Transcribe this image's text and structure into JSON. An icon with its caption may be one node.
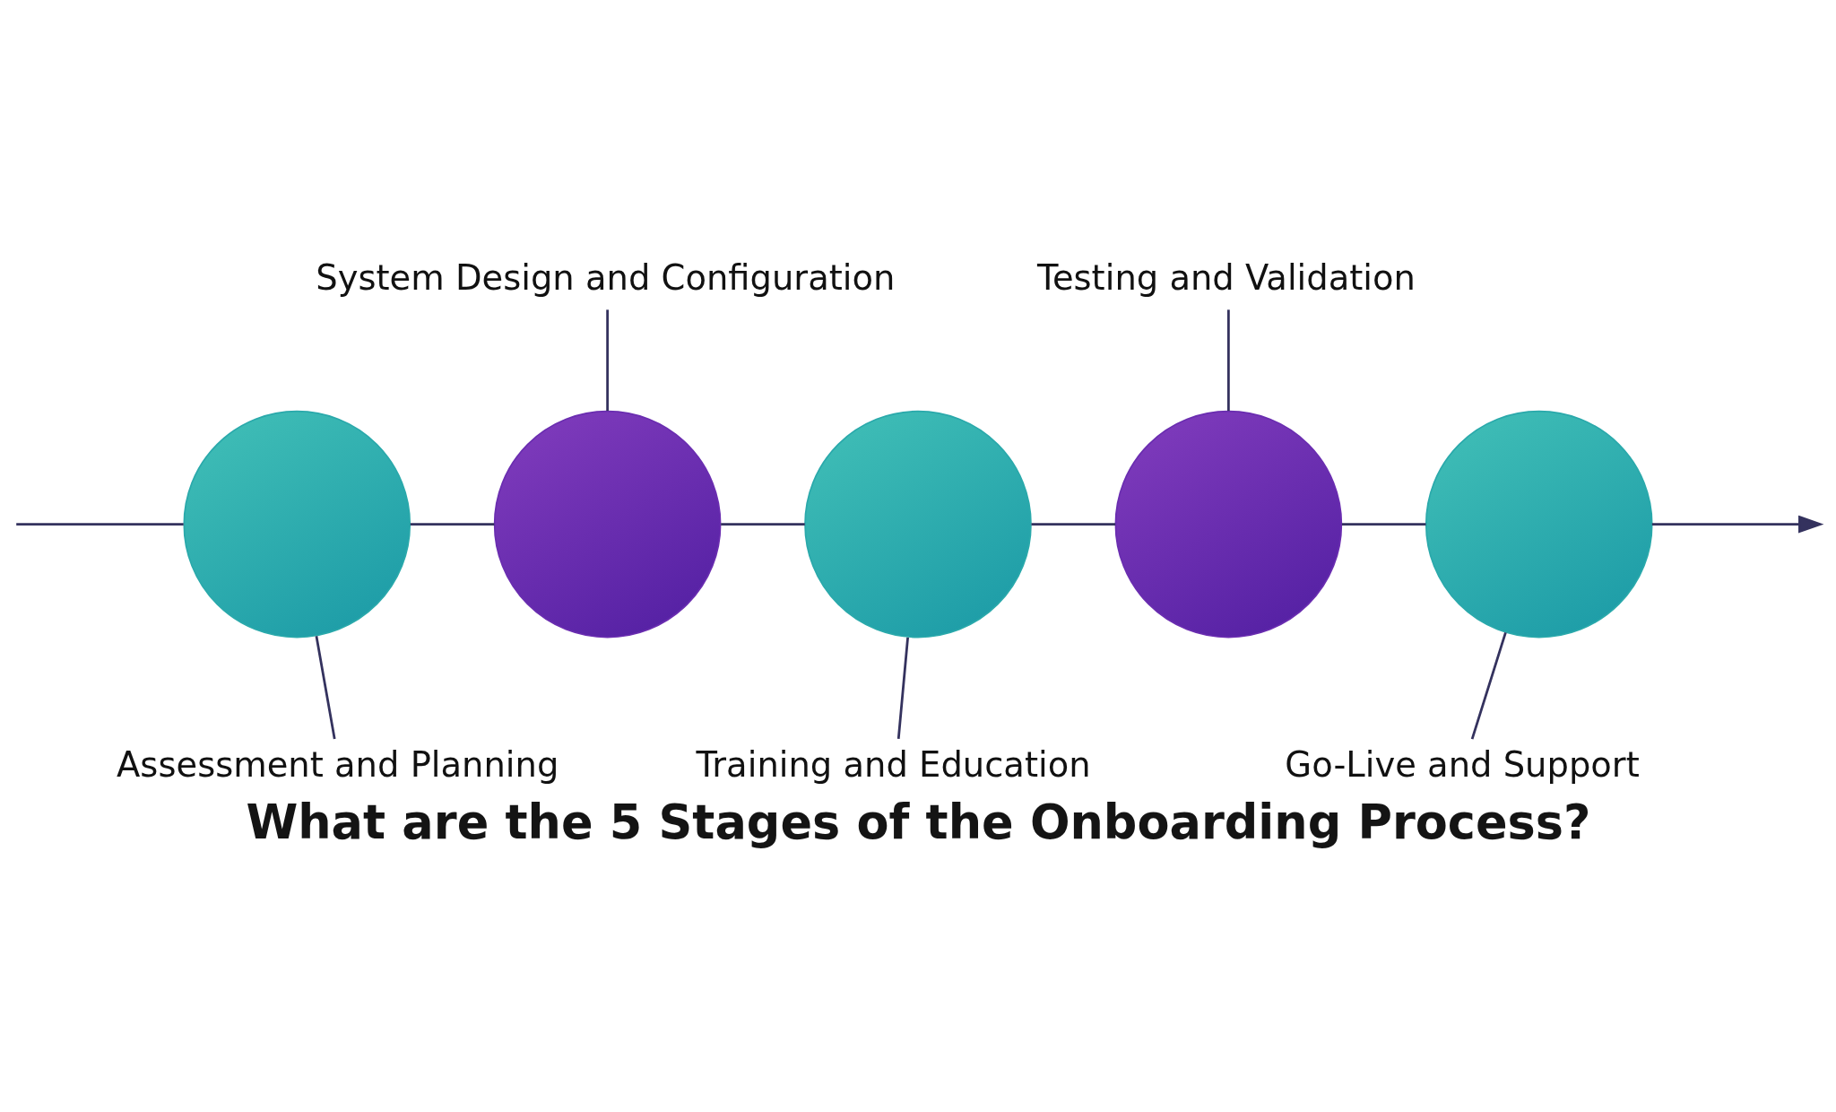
{
  "diagram": {
    "title": "What are the 5 Stages of the Onboarding Process?",
    "nodes": [
      {
        "text": [],
        "shape": "circle"
      },
      {
        "text": [],
        "shape": "circle"
      },
      {
        "text": [],
        "shape": "circle"
      },
      {
        "text": [],
        "shape": "circle"
      },
      {
        "text": [],
        "shape": "circle"
      },
      {
        "text": [
          "Assessment and Planning"
        ]
      },
      {
        "text": [
          "System Design and Configuration"
        ]
      },
      {
        "text": [
          "Training and Education"
        ]
      },
      {
        "text": [
          "Testing and Validation"
        ]
      },
      {
        "text": [
          "Go-Live and Support"
        ]
      }
    ],
    "edges": [
      {
        "from": null,
        "to": 0,
        "arrow": "none"
      },
      {
        "from": 0,
        "to": 1,
        "arrow": "none"
      },
      {
        "from": 1,
        "to": 2,
        "arrow": "none"
      },
      {
        "from": 2,
        "to": 3,
        "arrow": "none"
      },
      {
        "from": 3,
        "to": 4,
        "arrow": "none"
      },
      {
        "from": 4,
        "to": null,
        "arrow": "to"
      },
      {
        "from": 5,
        "to": 0,
        "arrow": "none"
      },
      {
        "from": 6,
        "to": 1,
        "arrow": "none"
      },
      {
        "from": 7,
        "to": 2,
        "arrow": "none"
      },
      {
        "from": 8,
        "to": 3,
        "arrow": "none"
      },
      {
        "from": 9,
        "to": 4,
        "arrow": "none"
      }
    ]
  }
}
